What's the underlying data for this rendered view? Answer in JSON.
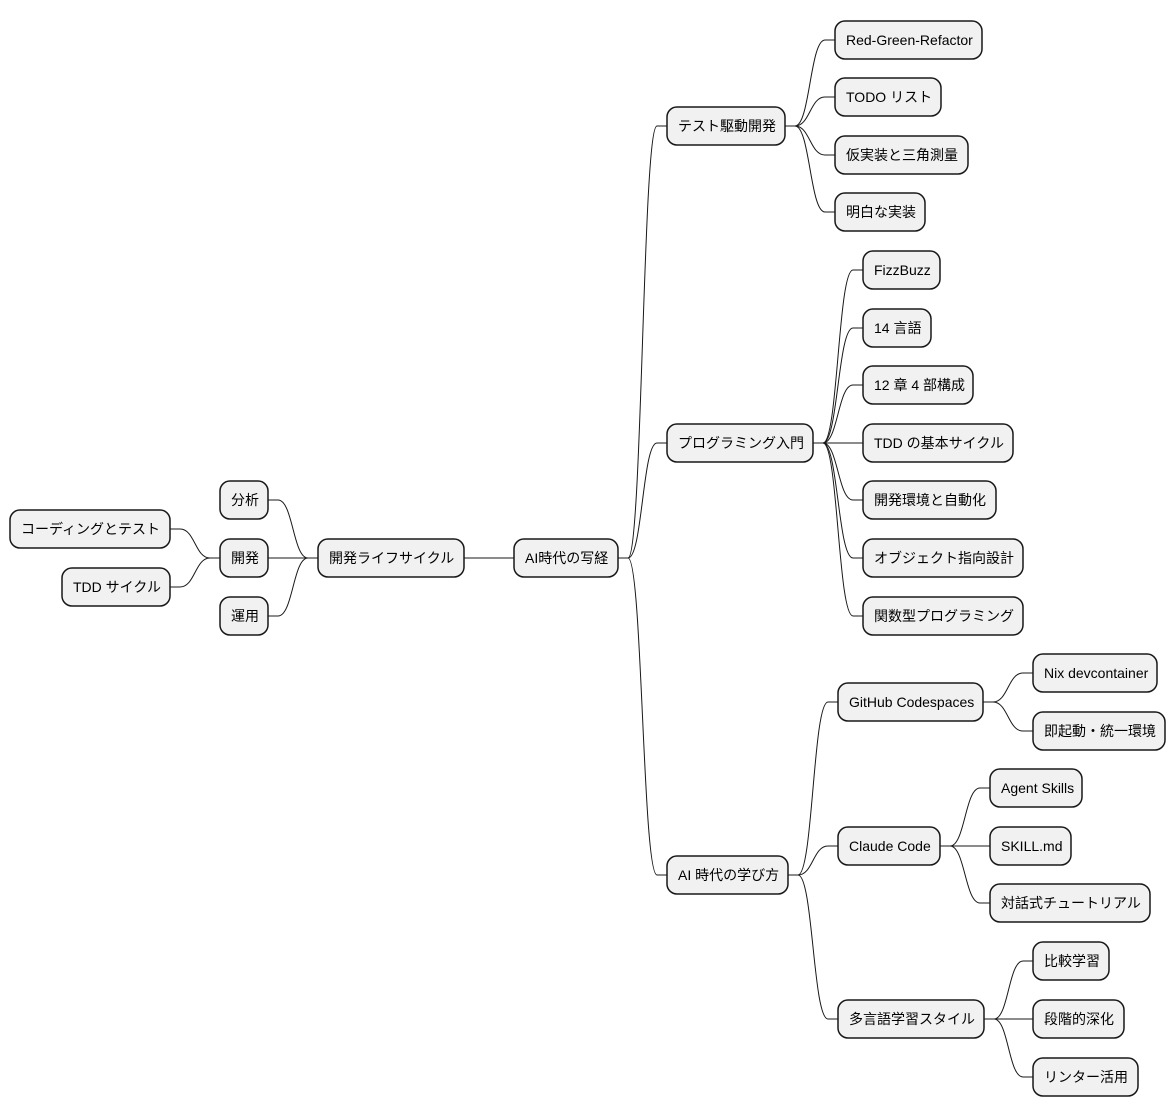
{
  "mindmap": {
    "root": "AI時代の写経",
    "left": {
      "label": "開発ライフサイクル",
      "children": [
        {
          "label": "分析"
        },
        {
          "label": "開発",
          "children": [
            "コーディングとテスト",
            "TDD サイクル"
          ]
        },
        {
          "label": "運用"
        }
      ]
    },
    "right": [
      {
        "label": "テスト駆動開発",
        "children": [
          "Red-Green-Refactor",
          "TODO リスト",
          "仮実装と三角測量",
          "明白な実装"
        ]
      },
      {
        "label": "プログラミング入門",
        "children": [
          "FizzBuzz",
          "14 言語",
          "12 章 4 部構成",
          "TDD の基本サイクル",
          "開発環境と自動化",
          "オブジェクト指向設計",
          "関数型プログラミング"
        ]
      },
      {
        "label": "AI 時代の学び方",
        "children": [
          {
            "label": "GitHub Codespaces",
            "children": [
              "Nix devcontainer",
              "即起動・統一環境"
            ]
          },
          {
            "label": "Claude Code",
            "children": [
              "Agent Skills",
              "SKILL.md",
              "対話式チュートリアル"
            ]
          },
          {
            "label": "多言語学習スタイル",
            "children": [
              "比較学習",
              "段階的深化",
              "リンター活用"
            ]
          }
        ]
      }
    ]
  }
}
